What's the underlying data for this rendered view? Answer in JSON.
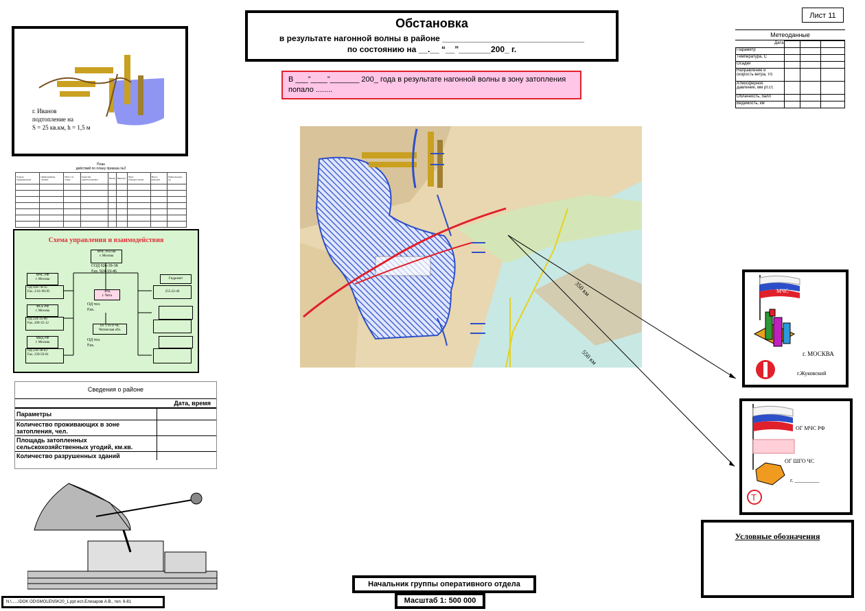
{
  "sheet": "Лист 11",
  "title": {
    "main": "Обстановка",
    "line2": "в результате нагонной волны в районе _______________________________",
    "line3": "по состоянию на __.__ “__”_______200_ г."
  },
  "notice": "В ___”____”_______ 200_ года в результате нагонной волны в зону затопления попало ........",
  "meteo": {
    "title": "Метеоданные",
    "date_label": "Дата",
    "rows": [
      "Параметр",
      "Температура, С",
      "Осадки",
      "Направление и скорость ветра, т/с",
      "Атмосферное давление, мм рт.ст.",
      "Облачность, балл",
      "Видимость, км"
    ]
  },
  "city": {
    "line1": "г. Иванов",
    "line2": "подтопление на",
    "line3": "S = 25 кв.км, h = 1,5 м"
  },
  "form": {
    "title1": "План",
    "title2": "действий по плану приказа №2",
    "cols": [
      "Отделы подразделения",
      "Наименование техники",
      "Место по плану",
      "Средства транспортировки",
      "Выезд",
      "Маршрут",
      "Пункт сосредоточения",
      "Место выгрузки",
      "Район выезда, ед."
    ]
  },
  "scheme": {
    "title": "Схема управления и взаимодействия",
    "top": {
      "l1": "МЧС Россия",
      "l2": "г. Москва"
    },
    "top_tel": {
      "l1": "СОД 926-39-38",
      "l2": "Fax. 924-19-46"
    },
    "left": [
      {
        "l1": "МЧС РФ",
        "l2": "г. Москва",
        "t1": "ОД 926-78-35",
        "t2": "Fax. 2-61-90-95"
      },
      {
        "l1": "ФСБ РФ",
        "l2": "г. Москва",
        "t1": "ОД 224-35-00",
        "t2": "Fax. 209-35-12"
      },
      {
        "l1": "МВД РФ",
        "l2": "г. Москва",
        "t1": "ОД 239-38-03",
        "t2": "Fax. 239-59-01"
      }
    ],
    "mid": [
      {
        "l1": "ЗРЦ",
        "l2": "г. Чита",
        "t1": "ОД тел.",
        "t2": "Fax."
      },
      {
        "l1": "ОГ ГУГО ЧС",
        "l2": "Читинская обл.",
        "t1": "ОД тел.",
        "t2": "Fax."
      }
    ],
    "right": {
      "l1": "Гидромет",
      "t1": "255-22-46"
    }
  },
  "info": {
    "title": "Сведения о районе",
    "date_label": "Дата, время",
    "rows": [
      "Параметры",
      "Количество проживающих в зоне затопления, чел.",
      "Площадь затопленных сельскохозяйственных угодий, км.кв.",
      "Количество разрушенных зданий"
    ]
  },
  "map": {
    "dist1": "350 км",
    "dist2": "550 км"
  },
  "mchs": {
    "flag": "МЧС",
    "city1": "г. МОСКВА",
    "city2": "г.Жуковский"
  },
  "og": {
    "l1": "ОГ МЧС РФ",
    "l2": "ОГ ШГО ЧС",
    "l3": "г. _________"
  },
  "legend_title": "Условные обозначения",
  "chief": "Начальник группы оперативного отдела",
  "scale": "Масштаб 1: 500 000",
  "footer": "N:\\......\\DOK OD\\SMOLENSK20_1.ppt исп.Елизаров А.В., тел. 6-81",
  "colors": {
    "flood": "#2c4ec8",
    "flood_bg": "#dfe6ff",
    "water": "#c8e8e4",
    "land": "#e8d7b0",
    "arrow_red": "#e0202a",
    "notice_bg": "#ffc6e8",
    "scheme_bg": "#d9f4d0",
    "structure": "#c9a020"
  }
}
